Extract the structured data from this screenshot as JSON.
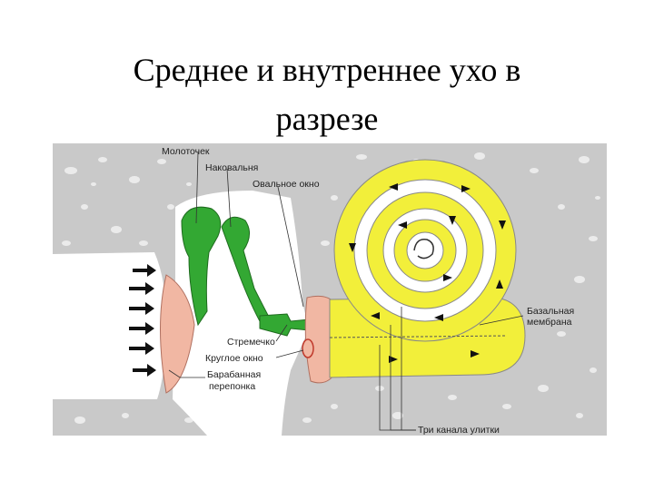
{
  "title": {
    "line1": "Среднее и внутреннее ухо в",
    "line2": "разрезе"
  },
  "labels": {
    "malleus": "Молоточек",
    "incus": "Наковальня",
    "oval_window": "Овальное окно",
    "stapes": "Стремечко",
    "round_window": "Круглое окно",
    "eardrum_line1": "Барабанная",
    "eardrum_line2": "перепонка",
    "basilar_line1": "Базальная",
    "basilar_line2": "мембрана",
    "cochlea_canals": "Три канала улитки"
  },
  "colors": {
    "bone": "#c9c9c9",
    "ossicles": "#33a833",
    "eardrum": "#f1b7a3",
    "cochlea": "#f2ef3a",
    "arrows": "#111111"
  },
  "icons": {
    "sound_arrow": "arrow-right-icon"
  }
}
